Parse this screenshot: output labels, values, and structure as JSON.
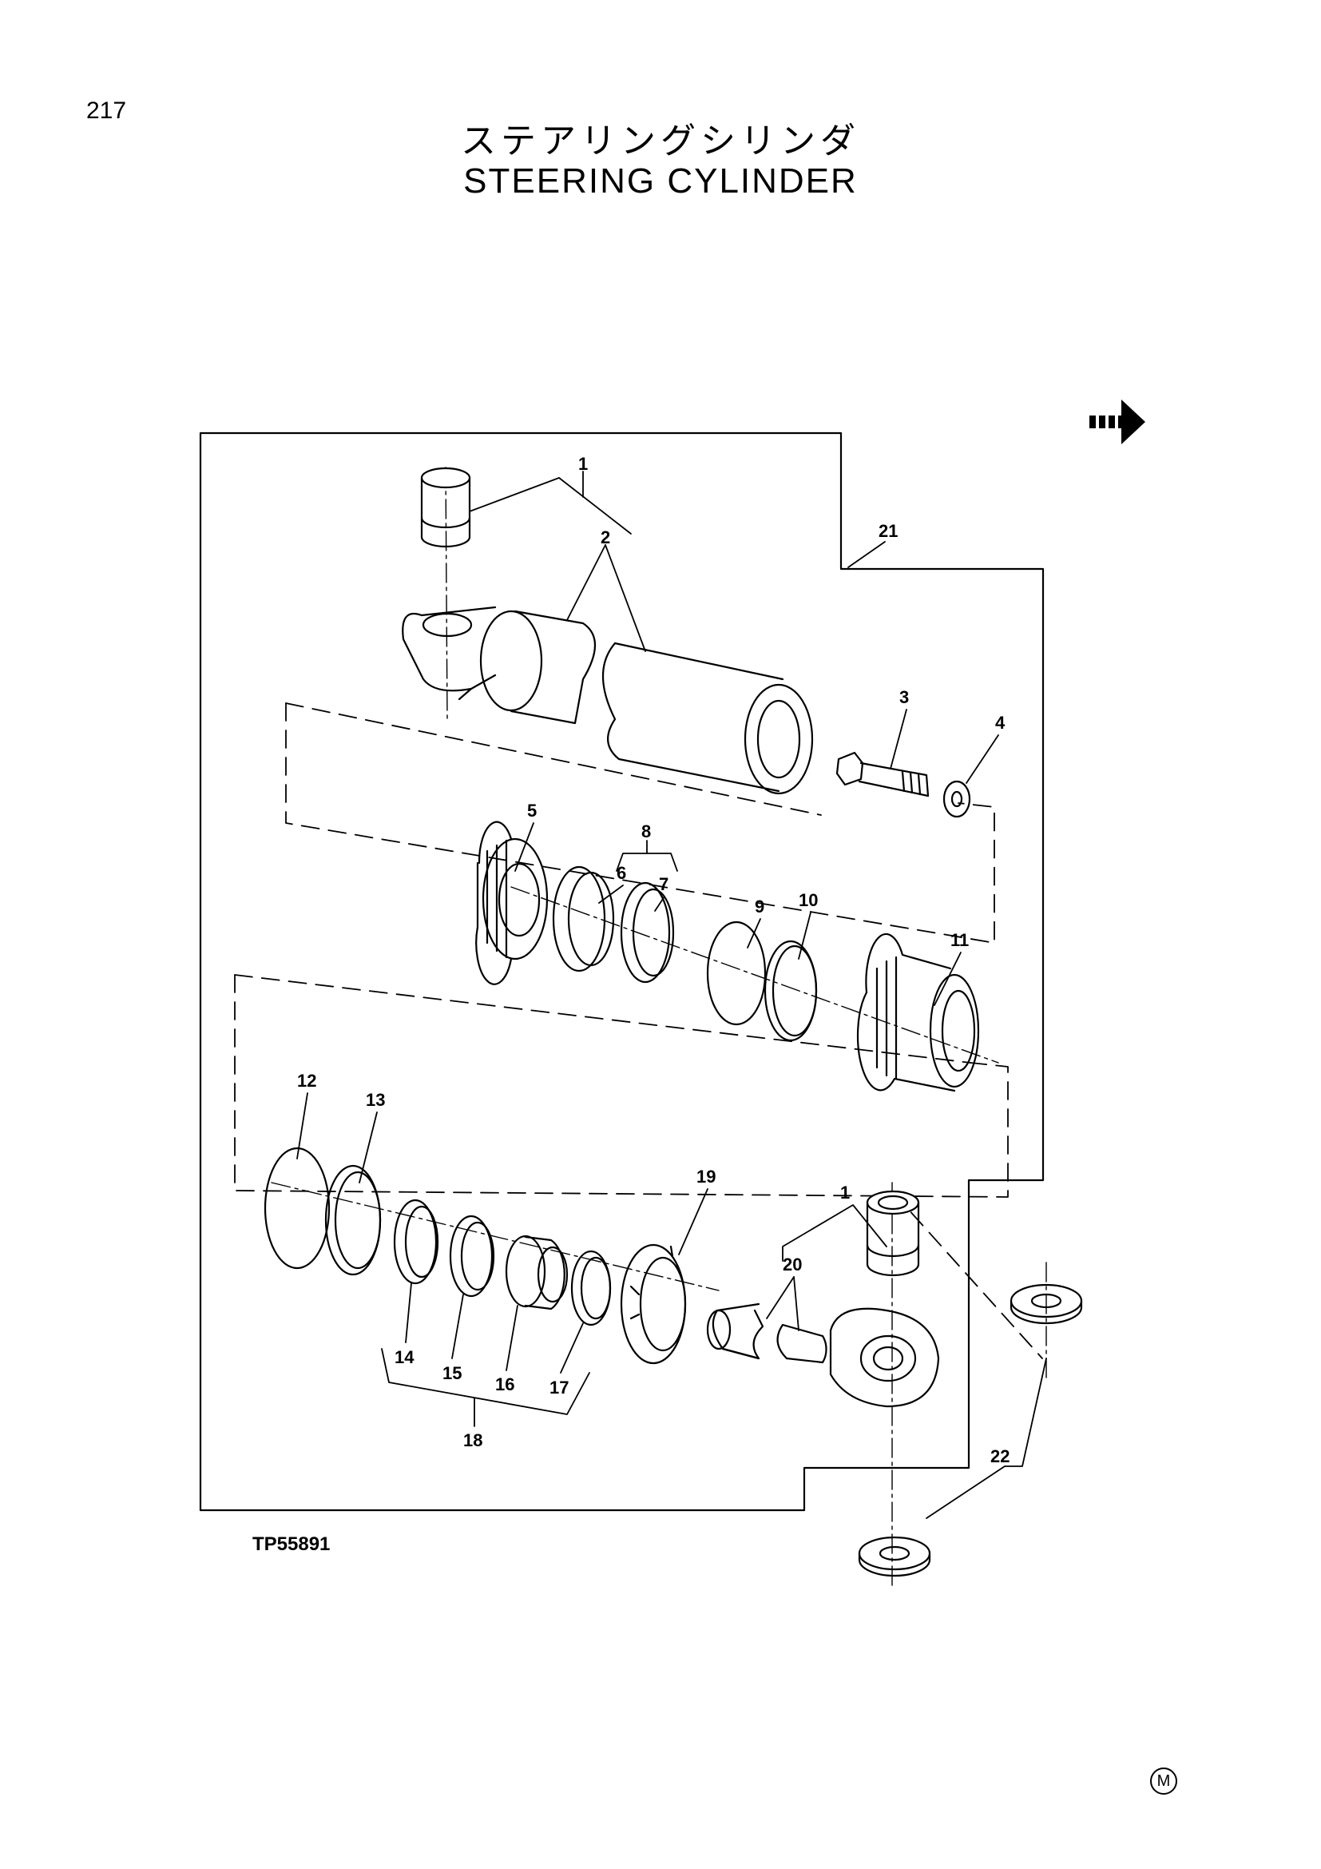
{
  "page": {
    "number": "217",
    "title_jp": "ステアリングシリンダ",
    "title_en": "STEERING CYLINDER",
    "ref_code": "TP55891",
    "mark": "M"
  },
  "callouts": [
    "1",
    "2",
    "3",
    "4",
    "5",
    "6",
    "7",
    "8",
    "9",
    "10",
    "11",
    "12",
    "13",
    "14",
    "15",
    "16",
    "17",
    "18",
    "19",
    "1",
    "20",
    "21",
    "22"
  ],
  "icons": {
    "next_page": "arrow-right-icon",
    "mark": "circled-m-icon"
  }
}
